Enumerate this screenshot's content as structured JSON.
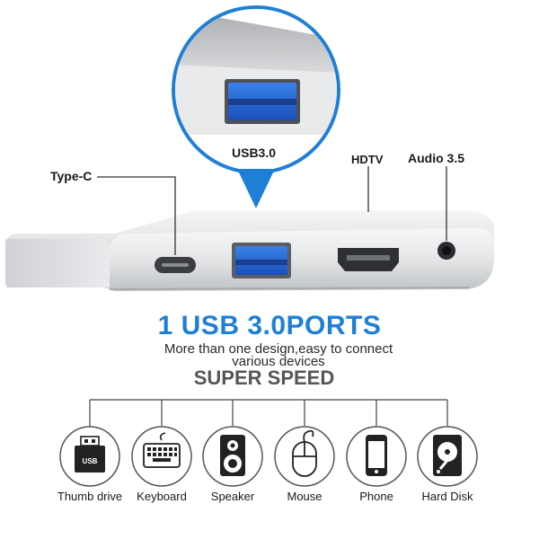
{
  "callout": {
    "port_label": "USB3.0"
  },
  "ports": {
    "type_c": "Type-C",
    "hdtv": "HDTV",
    "audio": "Audio 3.5"
  },
  "headline": "1 USB 3.0PORTS",
  "subtitle_line1": "More than one design,easy to connect",
  "subtitle_line2": "various devices",
  "speed_text": "SUPER SPEED",
  "devices": [
    {
      "label": "Thumb drive",
      "icon": "usb-drive-icon",
      "badge": "USB"
    },
    {
      "label": "Keyboard",
      "icon": "keyboard-icon"
    },
    {
      "label": "Speaker",
      "icon": "speaker-icon"
    },
    {
      "label": "Mouse",
      "icon": "mouse-icon"
    },
    {
      "label": "Phone",
      "icon": "phone-icon"
    },
    {
      "label": "Hard Disk",
      "icon": "hard-disk-icon"
    }
  ],
  "colors": {
    "accent_blue": "#1f7fd6",
    "usb_blue": "#1e5fd0",
    "silver": "#d6d8db"
  }
}
